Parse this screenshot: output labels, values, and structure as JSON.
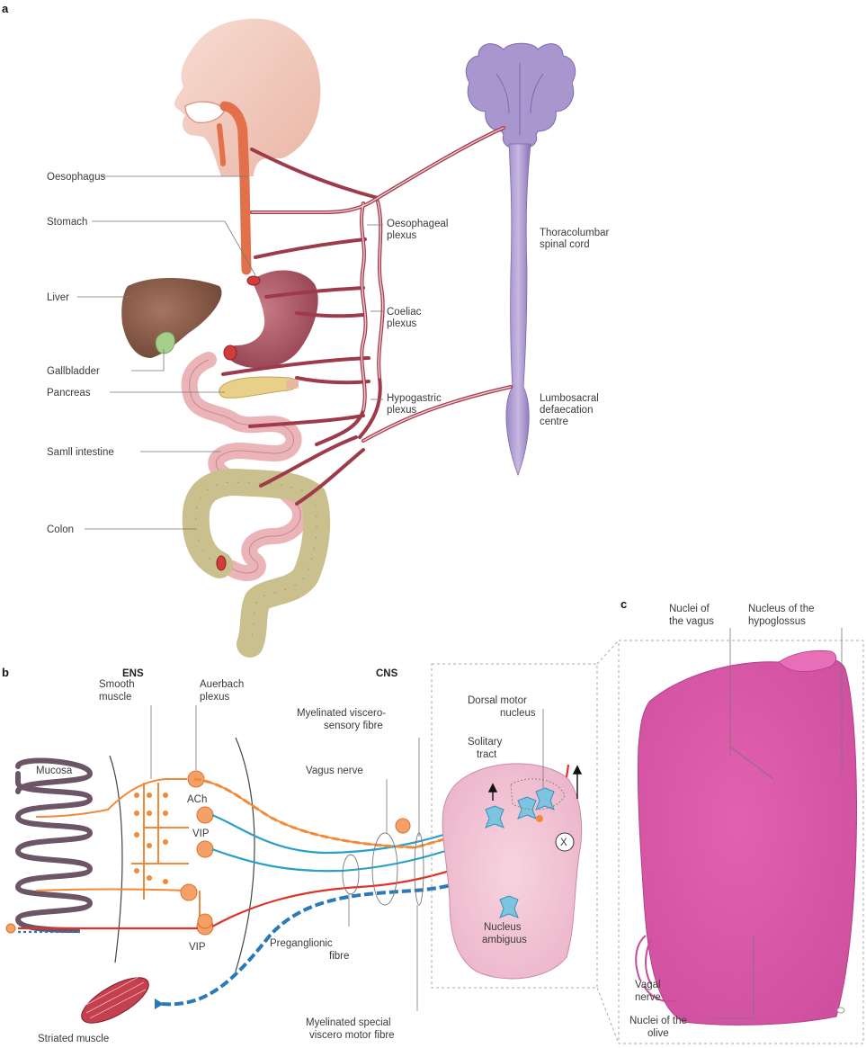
{
  "panels": {
    "a": "a",
    "b": "b",
    "c": "c"
  },
  "panel_a": {
    "left_labels": [
      "Oesophagus",
      "Stomach",
      "Liver",
      "Gallbladder",
      "Pancreas",
      "Samll intestine",
      "Colon"
    ],
    "plexus_labels": [
      [
        "Oesophageal",
        "plexus"
      ],
      [
        "Coeliac",
        "plexus"
      ],
      [
        "Hypogastric",
        "plexus"
      ]
    ],
    "spine_labels": [
      [
        "Thoracolumbar",
        "spinal cord"
      ],
      [
        "Lumbosacral",
        "defaecation",
        "centre"
      ]
    ]
  },
  "panel_b": {
    "headers": {
      "ens": "ENS",
      "cns": "CNS"
    },
    "mucosa": "Mucosa",
    "smooth_muscle": [
      "Smooth",
      "muscle"
    ],
    "auerbach": [
      "Auerbach",
      "plexus"
    ],
    "ach": "ACh",
    "vip_upper": "VIP",
    "vip_lower": "VIP",
    "myelinated_sensory": [
      "Myelinated viscero-",
      "sensory fibre"
    ],
    "vagus_nerve": "Vagus nerve",
    "dorsal_motor": [
      "Dorsal motor",
      "nucleus"
    ],
    "solitary": [
      "Solitary",
      "tract"
    ],
    "x_mark": "X",
    "nucleus_ambiguus": [
      "Nucleus",
      "ambiguus"
    ],
    "preganglionic": [
      "Preganglionic",
      "fibre"
    ],
    "myelinated_motor": [
      "Myelinated special",
      "viscero motor fibre"
    ],
    "striated_muscle": "Striated muscle"
  },
  "panel_c": {
    "nuclei_vagus": [
      "Nuclei of",
      "the vagus"
    ],
    "nucleus_hypoglossus": [
      "Nucleus of the",
      "hypoglossus"
    ],
    "vagal_nerve": [
      "Vagal",
      "nerve"
    ],
    "nuclei_olive": [
      "Nuclei of the",
      "olive"
    ]
  }
}
